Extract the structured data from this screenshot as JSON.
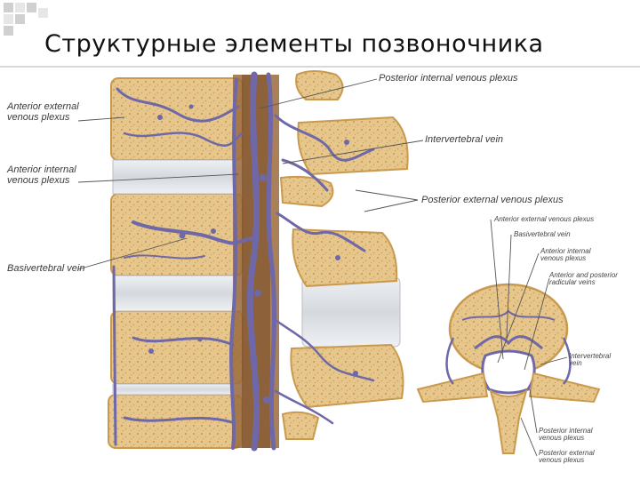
{
  "slide": {
    "title": "Структурные элементы позвоночника"
  },
  "colors": {
    "bone": "#e6c68a",
    "bone_dark": "#c99a4e",
    "bone_dots": "#b07a36",
    "disc": "#dfe2e6",
    "vein": "#6f68a8",
    "vein_light": "#9a92c8",
    "cord": "#8e5a2c",
    "deco_a": "#c9c9c9",
    "deco_b": "#e3e3e3"
  },
  "labels_left": [
    {
      "line1": "Anterior external",
      "line2": "venous plexus"
    },
    {
      "line1": "Anterior internal",
      "line2": "venous plexus"
    },
    {
      "line1": "Basivertebral vein",
      "line2": ""
    }
  ],
  "labels_right": [
    {
      "text": "Posterior internal venous plexus"
    },
    {
      "text": "Intervertebral vein"
    },
    {
      "text": "Posterior external venous plexus"
    }
  ],
  "labels_inset": [
    {
      "line1": "Anterior external venous plexus",
      "line2": ""
    },
    {
      "line1": "Basivertebral vein",
      "line2": ""
    },
    {
      "line1": "Anterior internal",
      "line2": "venous plexus"
    },
    {
      "line1": "Anterior and posterior",
      "line2": "radicular veins"
    },
    {
      "line1": "Intervertebral",
      "line2": "vein"
    },
    {
      "line1": "Posterior internal",
      "line2": "venous plexus"
    },
    {
      "line1": "Posterior external",
      "line2": "venous plexus"
    }
  ]
}
